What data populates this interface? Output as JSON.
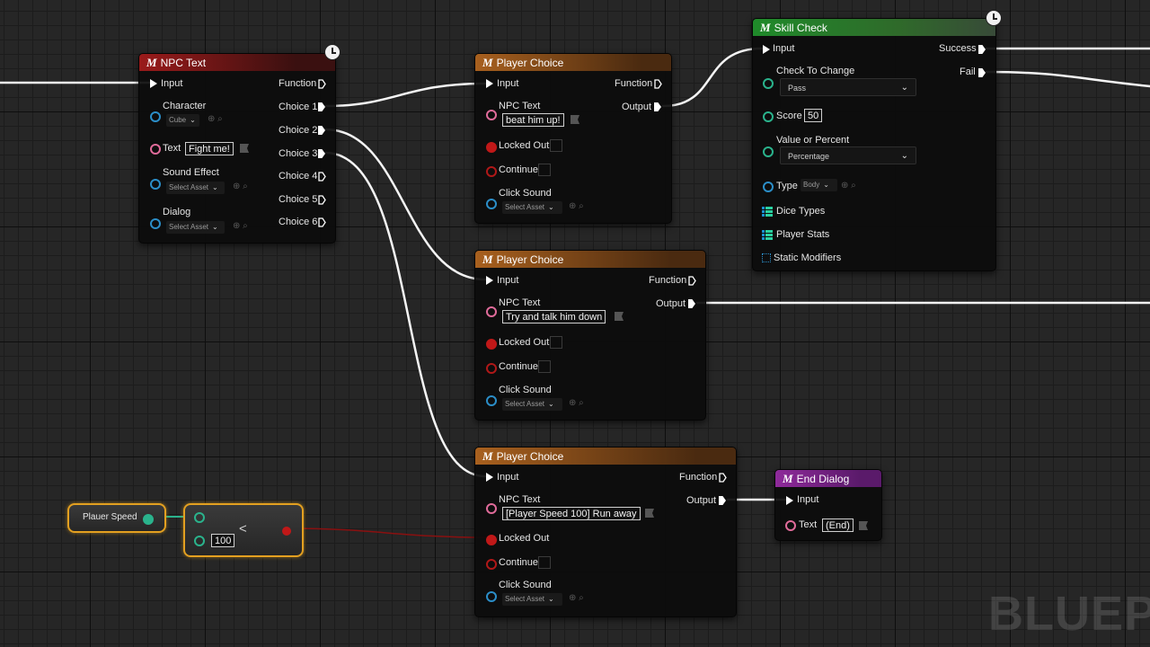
{
  "colors": {
    "exec_wire": "#ffffff",
    "object_pin": "#2b8ec8",
    "text_pin": "#e06b9a",
    "bool_pin": "#b01818",
    "float_pin": "#2ab38c",
    "selection": "#e3a020"
  },
  "icons": {
    "exec": "triangle-arrow",
    "clock": "clock-icon",
    "flag": "localize-flag-icon",
    "browse": "browse-search-icon",
    "macro": "M"
  },
  "macro_glyph": "M",
  "npc_text": {
    "title": "NPC Text",
    "input": "Input",
    "function": "Function",
    "character": "Character",
    "character_value": "Cube",
    "text": "Text",
    "text_value": "Fight me!",
    "sound_effect": "Sound Effect",
    "select_asset": "Select Asset",
    "dialog": "Dialog",
    "choices": [
      "Choice 1",
      "Choice 2",
      "Choice 3",
      "Choice 4",
      "Choice 5",
      "Choice 6"
    ]
  },
  "player_choice_1": {
    "title": "Player Choice",
    "input": "Input",
    "function": "Function",
    "output": "Output",
    "npc_text": "NPC Text",
    "npc_text_value": "beat him up!",
    "locked_out": "Locked Out",
    "continue": "Continue",
    "click_sound": "Click Sound",
    "select_asset": "Select Asset"
  },
  "player_choice_2": {
    "title": "Player Choice",
    "input": "Input",
    "function": "Function",
    "output": "Output",
    "npc_text": "NPC Text",
    "npc_text_value": "Try and talk him down",
    "locked_out": "Locked Out",
    "continue": "Continue",
    "click_sound": "Click Sound",
    "select_asset": "Select Asset"
  },
  "player_choice_3": {
    "title": "Player Choice",
    "input": "Input",
    "function": "Function",
    "output": "Output",
    "npc_text": "NPC Text",
    "npc_text_value": "[Player Speed 100] Run away",
    "locked_out": "Locked Out",
    "continue": "Continue",
    "click_sound": "Click Sound",
    "select_asset": "Select Asset"
  },
  "skill_check": {
    "title": "Skill Check",
    "input": "Input",
    "success": "Success",
    "fail": "Fail",
    "check_to_change": "Check To Change",
    "check_value": "Pass",
    "score": "Score",
    "score_value": "50",
    "value_or_percent": "Value or Percent",
    "vop_value": "Percentage",
    "type": "Type",
    "type_value": "Body",
    "dice_types": "Dice Types",
    "player_stats": "Player Stats",
    "static_modifiers": "Static Modifiers"
  },
  "end_dialog": {
    "title": "End Dialog",
    "input": "Input",
    "text": "Text",
    "text_value": "(End)"
  },
  "variable": {
    "label": "Plauer Speed"
  },
  "compare": {
    "operator": "<",
    "value": "100"
  },
  "watermark": "BLUEPR"
}
